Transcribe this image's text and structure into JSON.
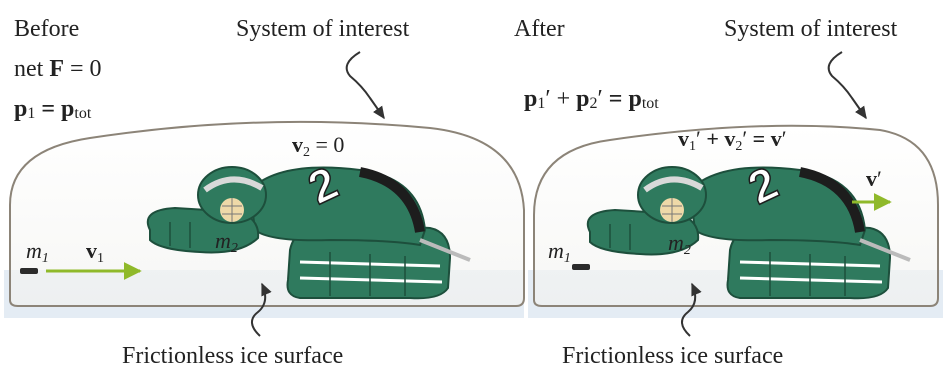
{
  "before": {
    "heading": "Before",
    "condition_prefix": "net ",
    "condition_symbol": "F",
    "condition_suffix": " = 0",
    "momentum_p": "p",
    "momentum_sub": "1",
    "momentum_eq": " = ",
    "momentum_ptot": "p",
    "momentum_tot_sub": "tot",
    "system_label": "System of interest",
    "v2_symbol": "v",
    "v2_sub": "2",
    "v2_eq": " = 0",
    "m1_label": "m",
    "m1_sub": "1",
    "v1_symbol": "v",
    "v1_sub": "1",
    "m2_label": "m",
    "m2_sub": "2",
    "ice_label": "Frictionless ice surface",
    "jersey_number": "2"
  },
  "after": {
    "heading": "After",
    "system_label": "System of interest",
    "eq_p1": "p",
    "eq_p1_sub": "1",
    "eq_plus": " + ",
    "eq_p2": "p",
    "eq_p2_sub": "2",
    "eq_equals": " = ",
    "eq_ptot": "p",
    "eq_ptot_sub": "tot",
    "veq_v1": "v",
    "veq_v1_sub": "1",
    "veq_plus": " + ",
    "veq_v2": "v",
    "veq_v2_sub": "2",
    "veq_equals": " = ",
    "veq_v": "v",
    "prime": "′",
    "vprime_symbol": "v",
    "m1_label": "m",
    "m1_sub": "1",
    "m2_label": "m",
    "m2_sub": "2",
    "ice_label": "Frictionless ice surface",
    "jersey_number": "2"
  },
  "colors": {
    "background": "#ffffff",
    "bubble_fill": "#f3f3f1",
    "bubble_stroke": "#8c8478",
    "ice": "#e4ecf4",
    "arrow": "#8fb92a",
    "jersey_green": "#2f7a5e",
    "jersey_dark": "#1d4f3c",
    "pads_black": "#1d1d1d",
    "skin": "#efd9a8",
    "puck": "#2b2b2b"
  },
  "icons": {
    "goalie": "hockey-goalie-figure",
    "puck": "hockey-puck-icon",
    "arrow": "velocity-arrow-icon"
  }
}
